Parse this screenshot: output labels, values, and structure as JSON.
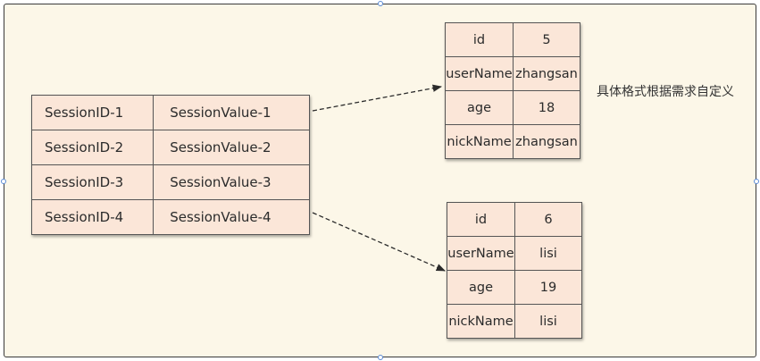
{
  "session_table": {
    "rows": [
      {
        "id": "SessionID-1",
        "value": "SessionValue-1"
      },
      {
        "id": "SessionID-2",
        "value": "SessionValue-2"
      },
      {
        "id": "SessionID-3",
        "value": "SessionValue-3"
      },
      {
        "id": "SessionID-4",
        "value": "SessionValue-4"
      }
    ]
  },
  "user_table_1": {
    "rows": [
      {
        "key": "id",
        "value": "5"
      },
      {
        "key": "userName",
        "value": "zhangsan"
      },
      {
        "key": "age",
        "value": "18"
      },
      {
        "key": "nickName",
        "value": "zhangsan"
      }
    ]
  },
  "user_table_2": {
    "rows": [
      {
        "key": "id",
        "value": "6"
      },
      {
        "key": "userName",
        "value": "lisi"
      },
      {
        "key": "age",
        "value": "19"
      },
      {
        "key": "nickName",
        "value": "lisi"
      }
    ]
  },
  "note": "具体格式根据需求自定义",
  "colors": {
    "frame_bg": "#fcf7e8",
    "cell_bg": "#fbe6d8",
    "border": "#3a3a3a"
  }
}
